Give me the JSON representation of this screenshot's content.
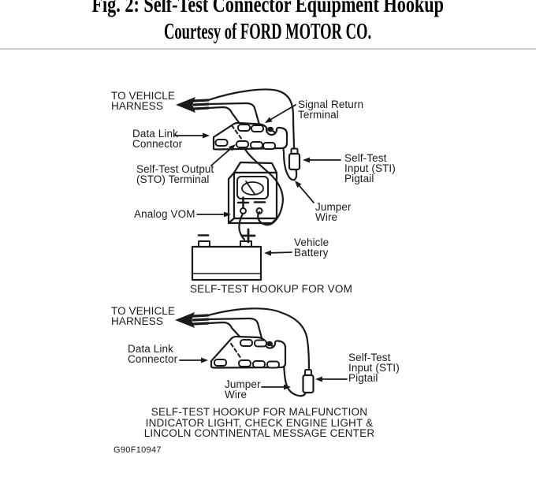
{
  "colors": {
    "ink": "#1a1a1a",
    "rule": "#cbcbcb",
    "paper": "#ffffff"
  },
  "header": {
    "title": "Fig. 2: Self-Test Connector Equipment Hookup",
    "subtitle": "Courtesy of FORD MOTOR CO."
  },
  "vom_diagram": {
    "labels": {
      "to_vehicle_harness": "TO VEHICLE\nHARNESS",
      "signal_return": "Signal Return\nTerminal",
      "data_link_connector": "Data Link\nConnector",
      "sto_terminal": "Self-Test Output\n(STO) Terminal",
      "sti_pigtail": "Self-Test\nInput (STI)\nPigtail",
      "analog_vom": "Analog VOM",
      "jumper_wire": "Jumper\nWire",
      "vehicle_battery": "Vehicle\nBattery"
    },
    "meter_plus": "+",
    "meter_minus": "−",
    "battery_plus": "+",
    "battery_minus": "−",
    "caption": "SELF-TEST HOOKUP FOR VOM"
  },
  "mil_diagram": {
    "labels": {
      "to_vehicle_harness": "TO VEHICLE\nHARNESS",
      "data_link_connector": "Data Link\nConnector",
      "jumper_wire": "Jumper\nWire",
      "sti_pigtail": "Self-Test\nInput (STI)\nPigtail"
    },
    "caption": "SELF-TEST HOOKUP FOR MALFUNCTION\nINDICATOR LIGHT, CHECK ENGINE LIGHT &\nLINCOLN CONTINENTAL MESSAGE CENTER"
  },
  "figure_code": "G90F10947"
}
